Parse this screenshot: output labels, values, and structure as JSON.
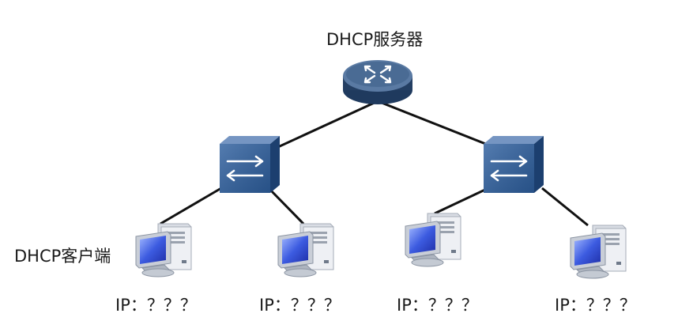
{
  "server": {
    "label": "DHCP服务器"
  },
  "client_label": "DHCP客户端",
  "clients": [
    {
      "ip_label": "IP：？？？"
    },
    {
      "ip_label": "IP：？？？"
    },
    {
      "ip_label": "IP：？？？"
    },
    {
      "ip_label": "IP：？？？"
    }
  ],
  "colors": {
    "link": "#111111",
    "router_top": "#4f6f95",
    "router_body": "#243f63",
    "switch_face": "#2e5f9e",
    "switch_side": "#1c3f6f",
    "switch_top": "#6b8fbf",
    "pc_screen": "#3d5fd8",
    "pc_body": "#e7eaef"
  }
}
